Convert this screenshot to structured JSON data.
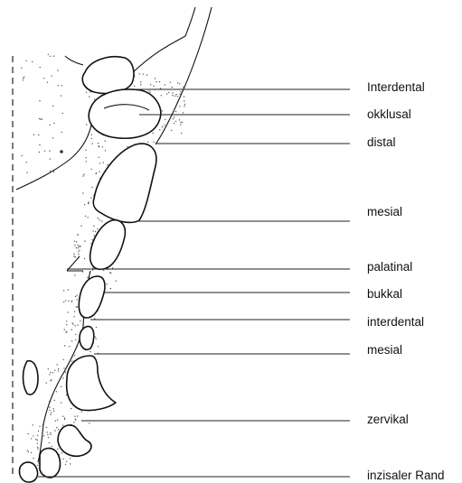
{
  "labels": {
    "interdental_upper": "Interdental",
    "okklusal": "okklusal",
    "distal": "distal",
    "mesial_upper": "mesial",
    "palatinal": "palatinal",
    "bukkal": "bukkal",
    "interdental_lower": "interdental",
    "mesial_lower": "mesial",
    "zervikal": "zervikal",
    "inzisaler_rand": "inzisaler Rand"
  }
}
